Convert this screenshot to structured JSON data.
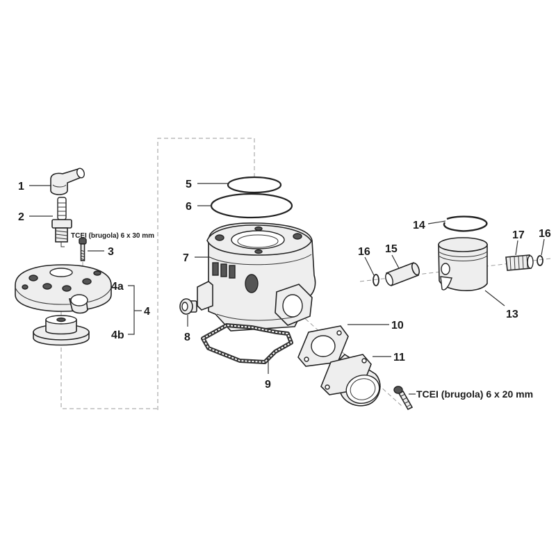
{
  "callouts": {
    "spark_plug_cap": "1",
    "spark_plug": "2",
    "head_bolt": "3",
    "head_dome": "4a",
    "head_assembly": "4",
    "head_insert": "4b",
    "o_ring_small": "5",
    "o_ring_large": "6",
    "cylinder": "7",
    "side_fitting": "8",
    "base_gasket": "9",
    "intake_gasket": "10",
    "intake_manifold": "11",
    "piston": "13",
    "piston_ring": "14",
    "piston_pin": "15",
    "circlip_left": "16",
    "circlip_right": "16",
    "needle_bearing": "17"
  },
  "notes": {
    "head_bolt_spec": "TCEI (brugola) 6 x 30 mm",
    "manifold_bolt_spec": "TCEI (brugola) 6 x 20 mm"
  }
}
